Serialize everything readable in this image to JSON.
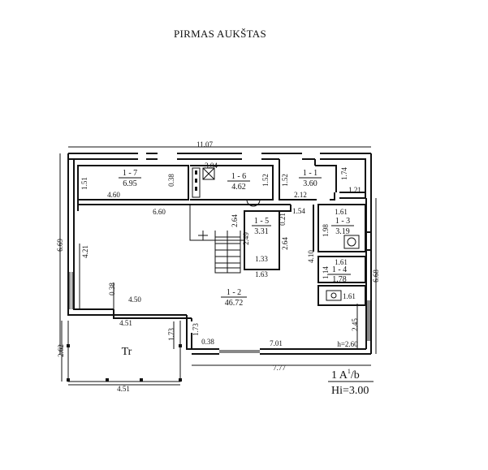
{
  "title": "PIRMAS AUKŠTAS",
  "rooms": {
    "r17": {
      "id": "1 - 7",
      "area": "6.95"
    },
    "r16": {
      "id": "1 - 6",
      "area": "4.62"
    },
    "r11": {
      "id": "1 - 1",
      "area": "3.60"
    },
    "r15": {
      "id": "1 - 5",
      "area": "3.31"
    },
    "r13": {
      "id": "1 - 3",
      "area": "3.19"
    },
    "r14": {
      "id": "1 - 4",
      "area": "1.78"
    },
    "r12": {
      "id": "1 - 2",
      "area": "46.72"
    },
    "terrace": "Tr"
  },
  "dimensions": {
    "d1107": "11.07",
    "d304": "3.04",
    "d151": "1.51",
    "d038a": "0.38",
    "d460": "4.60",
    "d152a": "1.52",
    "d152b": "1.52",
    "d174": "1.74",
    "d212": "2.12",
    "d121": "1.21",
    "d660": "6.60",
    "d264a": "2.64",
    "d249": "2.49",
    "d021": "0.21",
    "d154": "1.54",
    "d161a": "1.61",
    "d198": "1.98",
    "d264b": "2.64",
    "d133": "1.33",
    "d163": "1.63",
    "d410": "4.10",
    "d161b": "1.61",
    "d114": "1.14",
    "d161c": "1.61",
    "d668": "6.68",
    "d669": "6.69",
    "d421": "4.21",
    "d038b": "0.38",
    "d450": "4.50",
    "d451a": "4.51",
    "d173": "1.73",
    "d173b": "1.73",
    "d038c": "0.38",
    "d701": "7.01",
    "dh260": "h=2.60",
    "d245": "2.45",
    "d262": "2.62",
    "d777": "7.77",
    "d451b": "4.51"
  },
  "stamp": {
    "line1_main": "1 A",
    "line1_sup": "1",
    "line1_tail": "/b",
    "line2": "Hi=3.00"
  }
}
